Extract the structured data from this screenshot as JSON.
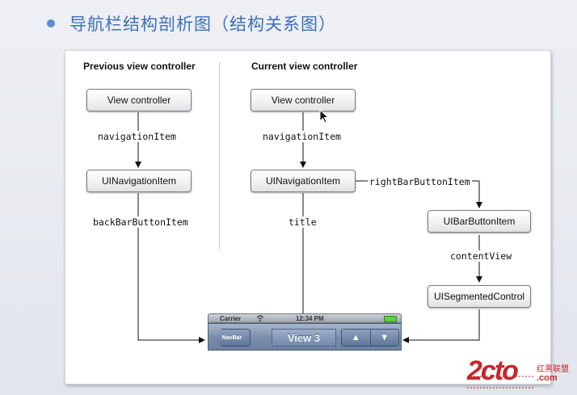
{
  "slide": {
    "title": "导航栏结构剖析图（结构关系图）"
  },
  "diagram": {
    "previous_label": "Previous view controller",
    "current_label": "Current view controller",
    "prev_vc": "View controller",
    "prev_nav_item": "UINavigationItem",
    "cur_vc": "View controller",
    "cur_nav_item": "UINavigationItem",
    "bar_button_item": "UIBarButtonItem",
    "segmented_control": "UISegmentedControl",
    "rel_prev_nav": "navigationItem",
    "rel_prev_back": "backBarButtonItem",
    "rel_cur_nav": "navigationItem",
    "rel_cur_title": "title",
    "rel_right": "rightBarButtonItem",
    "rel_content": "contentView"
  },
  "phone": {
    "carrier": "Carrier",
    "time": "12:34 PM",
    "back_label": "NavBar",
    "title": "View 3",
    "seg_up": "▲",
    "seg_down": "▼"
  },
  "watermark": {
    "text": "2cto",
    "cn": "红黑联盟",
    "com": ".com"
  },
  "colors": {
    "title": "#3c6fb8",
    "bullet": "#5b8fd2",
    "navbar": "#7d90ac",
    "watermark": "#c4282b"
  },
  "icons": {
    "bullet": "bullet-dot-icon",
    "wifi": "wifi-icon",
    "battery": "battery-icon",
    "cursor": "mouse-pointer-icon"
  }
}
